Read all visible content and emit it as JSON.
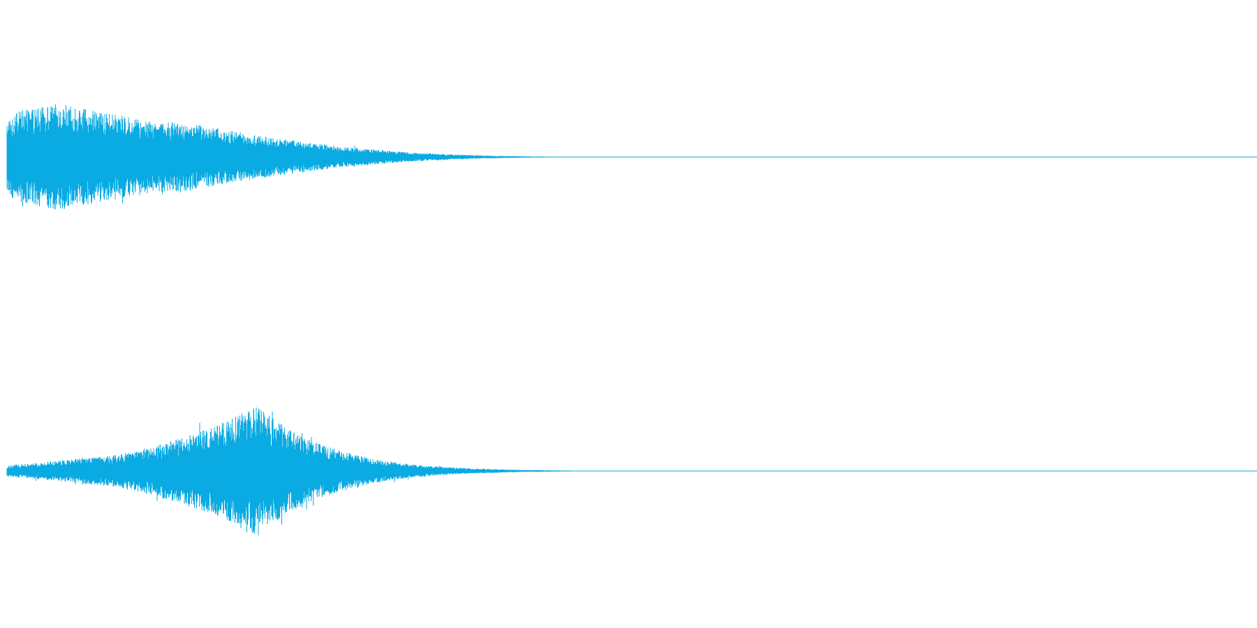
{
  "colors": {
    "background": "#ffffff",
    "waveform": "#0aaae2"
  },
  "channels": [
    {
      "id": "channel-1",
      "peak_envelope": [
        0.62,
        0.78,
        0.82,
        0.86,
        0.9,
        0.84,
        0.8,
        0.76,
        0.72,
        0.68,
        0.64,
        0.6,
        0.58,
        0.6,
        0.56,
        0.52,
        0.48,
        0.44,
        0.4,
        0.36,
        0.33,
        0.3,
        0.27,
        0.24,
        0.21,
        0.18,
        0.16,
        0.14,
        0.12,
        0.1,
        0.085,
        0.07,
        0.06,
        0.05,
        0.04,
        0.032,
        0.026,
        0.02,
        0.016,
        0.012,
        0.009,
        0.007,
        0.005,
        0.0035,
        0.0025,
        0.0015,
        0.001,
        0.0006,
        0.0003,
        0.0
      ],
      "tail_fraction": 0.52
    },
    {
      "id": "channel-2",
      "peak_envelope": [
        0.08,
        0.1,
        0.12,
        0.14,
        0.16,
        0.18,
        0.2,
        0.22,
        0.26,
        0.3,
        0.36,
        0.42,
        0.48,
        0.56,
        0.64,
        0.72,
        0.84,
        0.96,
        0.82,
        0.66,
        0.54,
        0.44,
        0.36,
        0.3,
        0.24,
        0.19,
        0.15,
        0.12,
        0.095,
        0.075,
        0.06,
        0.048,
        0.038,
        0.03,
        0.024,
        0.018,
        0.014,
        0.011,
        0.008,
        0.006,
        0.0045,
        0.0035,
        0.0025,
        0.0018,
        0.0012,
        0.0008,
        0.0005,
        0.0003,
        0.0001,
        0.0
      ],
      "tail_fraction": 0.57
    }
  ]
}
